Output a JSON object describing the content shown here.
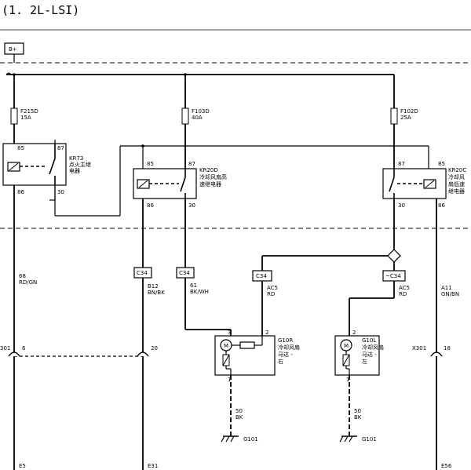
{
  "title": "(1. 2L-LSI)",
  "labels": {
    "bplus": "B+",
    "f215": "F215D",
    "f215a": "15A",
    "f103": "F103D",
    "f103a": "40A",
    "f102": "F102D",
    "f102a": "25A",
    "kr73": "KR73",
    "kr73_l1": "点火主继",
    "kr73_l2": "电器",
    "kr20d": "KR20D",
    "kr20d_l1": "冷却风扇高",
    "kr20d_l2": "速继电器",
    "kr20c": "KR20C",
    "kr20c_l1": "冷却风",
    "kr20c_l2": "扇低速",
    "kr20c_l3": "继电器",
    "p85a": "85",
    "p87a": "87",
    "p86a": "86",
    "p30a": "30",
    "p85b": "85",
    "p87b": "87",
    "p86b": "86",
    "p30b": "30",
    "p87c": "87",
    "p85c": "85",
    "p30c": "30",
    "p86c": "86",
    "w68": "68",
    "w68c": "RD/GN",
    "c34a": "C34",
    "c34b": "C34",
    "c34c": "C34",
    "c34d": "~C34",
    "b12": "B12",
    "b12c": "BN/BK",
    "w61": "61",
    "w61c": "BK/WH",
    "ac5a": "AC5",
    "ac5ac": "RD",
    "ac5b": "AC5",
    "ac5bc": "RD",
    "a11": "A11",
    "a11c": "GN/BN",
    "x301l": "301",
    "x301r": "X301",
    "n6": "6",
    "n20": "20",
    "n18": "18",
    "m3": "3",
    "m2a": "2",
    "m1a": "1",
    "m2b": "2",
    "m1b": "1",
    "m_sym": "M",
    "g10r": "G10R",
    "g10r_l1": "冷却风扇",
    "g10r_l2": "马达 -",
    "g10r_l3": "右",
    "g10l": "G10L",
    "g10l_l1": "冷却风扇",
    "g10l_l2": "马达 -",
    "g10l_l3": "左",
    "w50a": "50",
    "w50ac": "BK",
    "w50b": "50",
    "w50bc": "BK",
    "g101a": "G101",
    "g101b": "G101",
    "e5": "E5",
    "e31": "E31",
    "e56": "E56"
  }
}
